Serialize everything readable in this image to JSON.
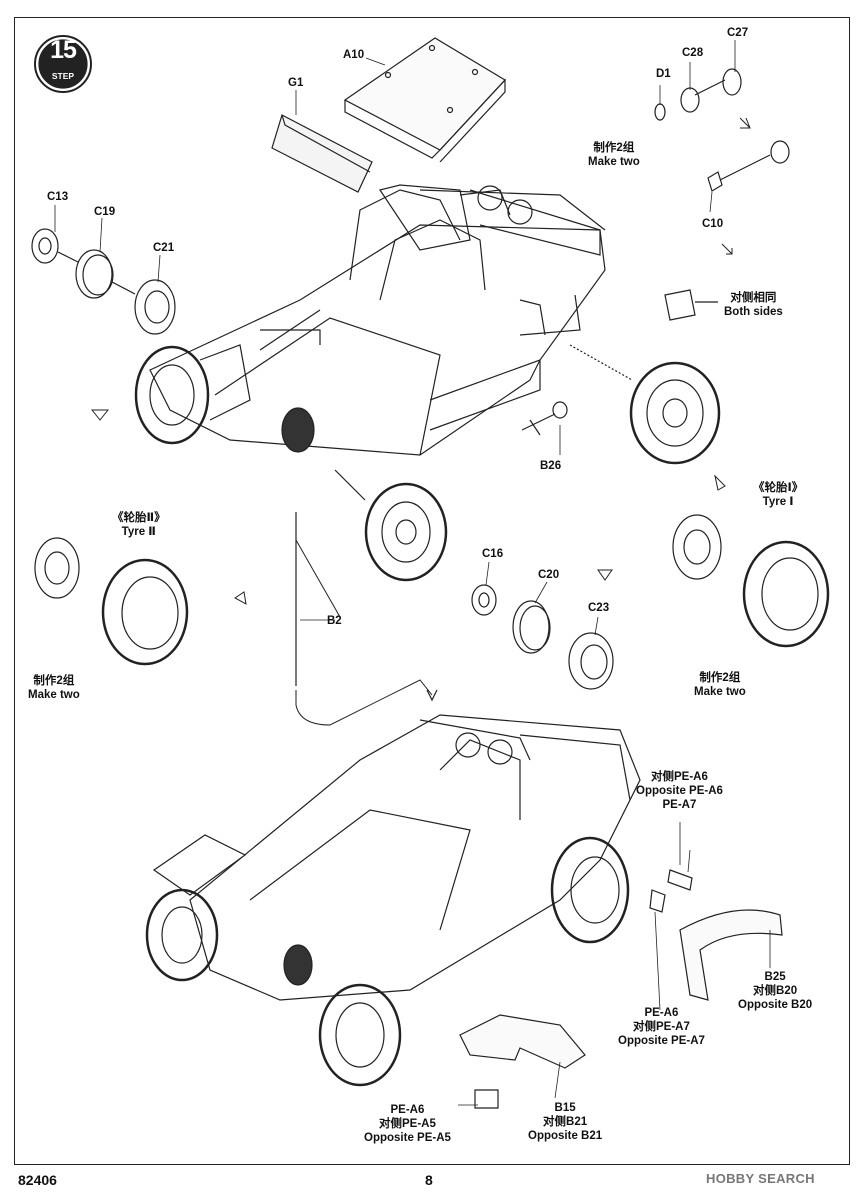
{
  "step": {
    "number": "15",
    "word": "STEP"
  },
  "parts": {
    "a10": "A10",
    "g1": "G1",
    "c27": "C27",
    "c28": "C28",
    "d1": "D1",
    "c10": "C10",
    "c13": "C13",
    "c19": "C19",
    "c21": "C21",
    "b26": "B26",
    "b2": "B2",
    "c16": "C16",
    "c20": "C20",
    "c23": "C23"
  },
  "notes": {
    "make_two_top": {
      "cn": "制作2组",
      "en": "Make two"
    },
    "both_sides": {
      "cn": "对侧相同",
      "en": "Both sides"
    },
    "tyre1": {
      "cn": "《轮胎Ⅰ》",
      "en": "Tyre Ⅰ"
    },
    "tyre2": {
      "cn": "《轮胎Ⅱ》",
      "en": "Tyre Ⅱ"
    },
    "make_two_left": {
      "cn": "制作2组",
      "en": "Make two"
    },
    "make_two_right": {
      "cn": "制作2组",
      "en": "Make two"
    }
  },
  "callouts": {
    "pe_a6_top": {
      "l1": "对侧PE-A6",
      "l2": "Opposite PE-A6",
      "l3": "PE-A7"
    },
    "b25": {
      "l1": "B25",
      "l2": "对侧B20",
      "l3": "Opposite B20"
    },
    "pe_a6_mid": {
      "l1": "PE-A6",
      "l2": "对侧PE-A7",
      "l3": "Opposite PE-A7"
    },
    "pe_a6_bottom": {
      "l1": "PE-A6",
      "l2": "对侧PE-A5",
      "l3": "Opposite PE-A5"
    },
    "b15": {
      "l1": "B15",
      "l2": "对侧B21",
      "l3": "Opposite B21"
    }
  },
  "footer": {
    "code": "82406",
    "page": "8",
    "watermark": "HOBBY SEARCH"
  }
}
